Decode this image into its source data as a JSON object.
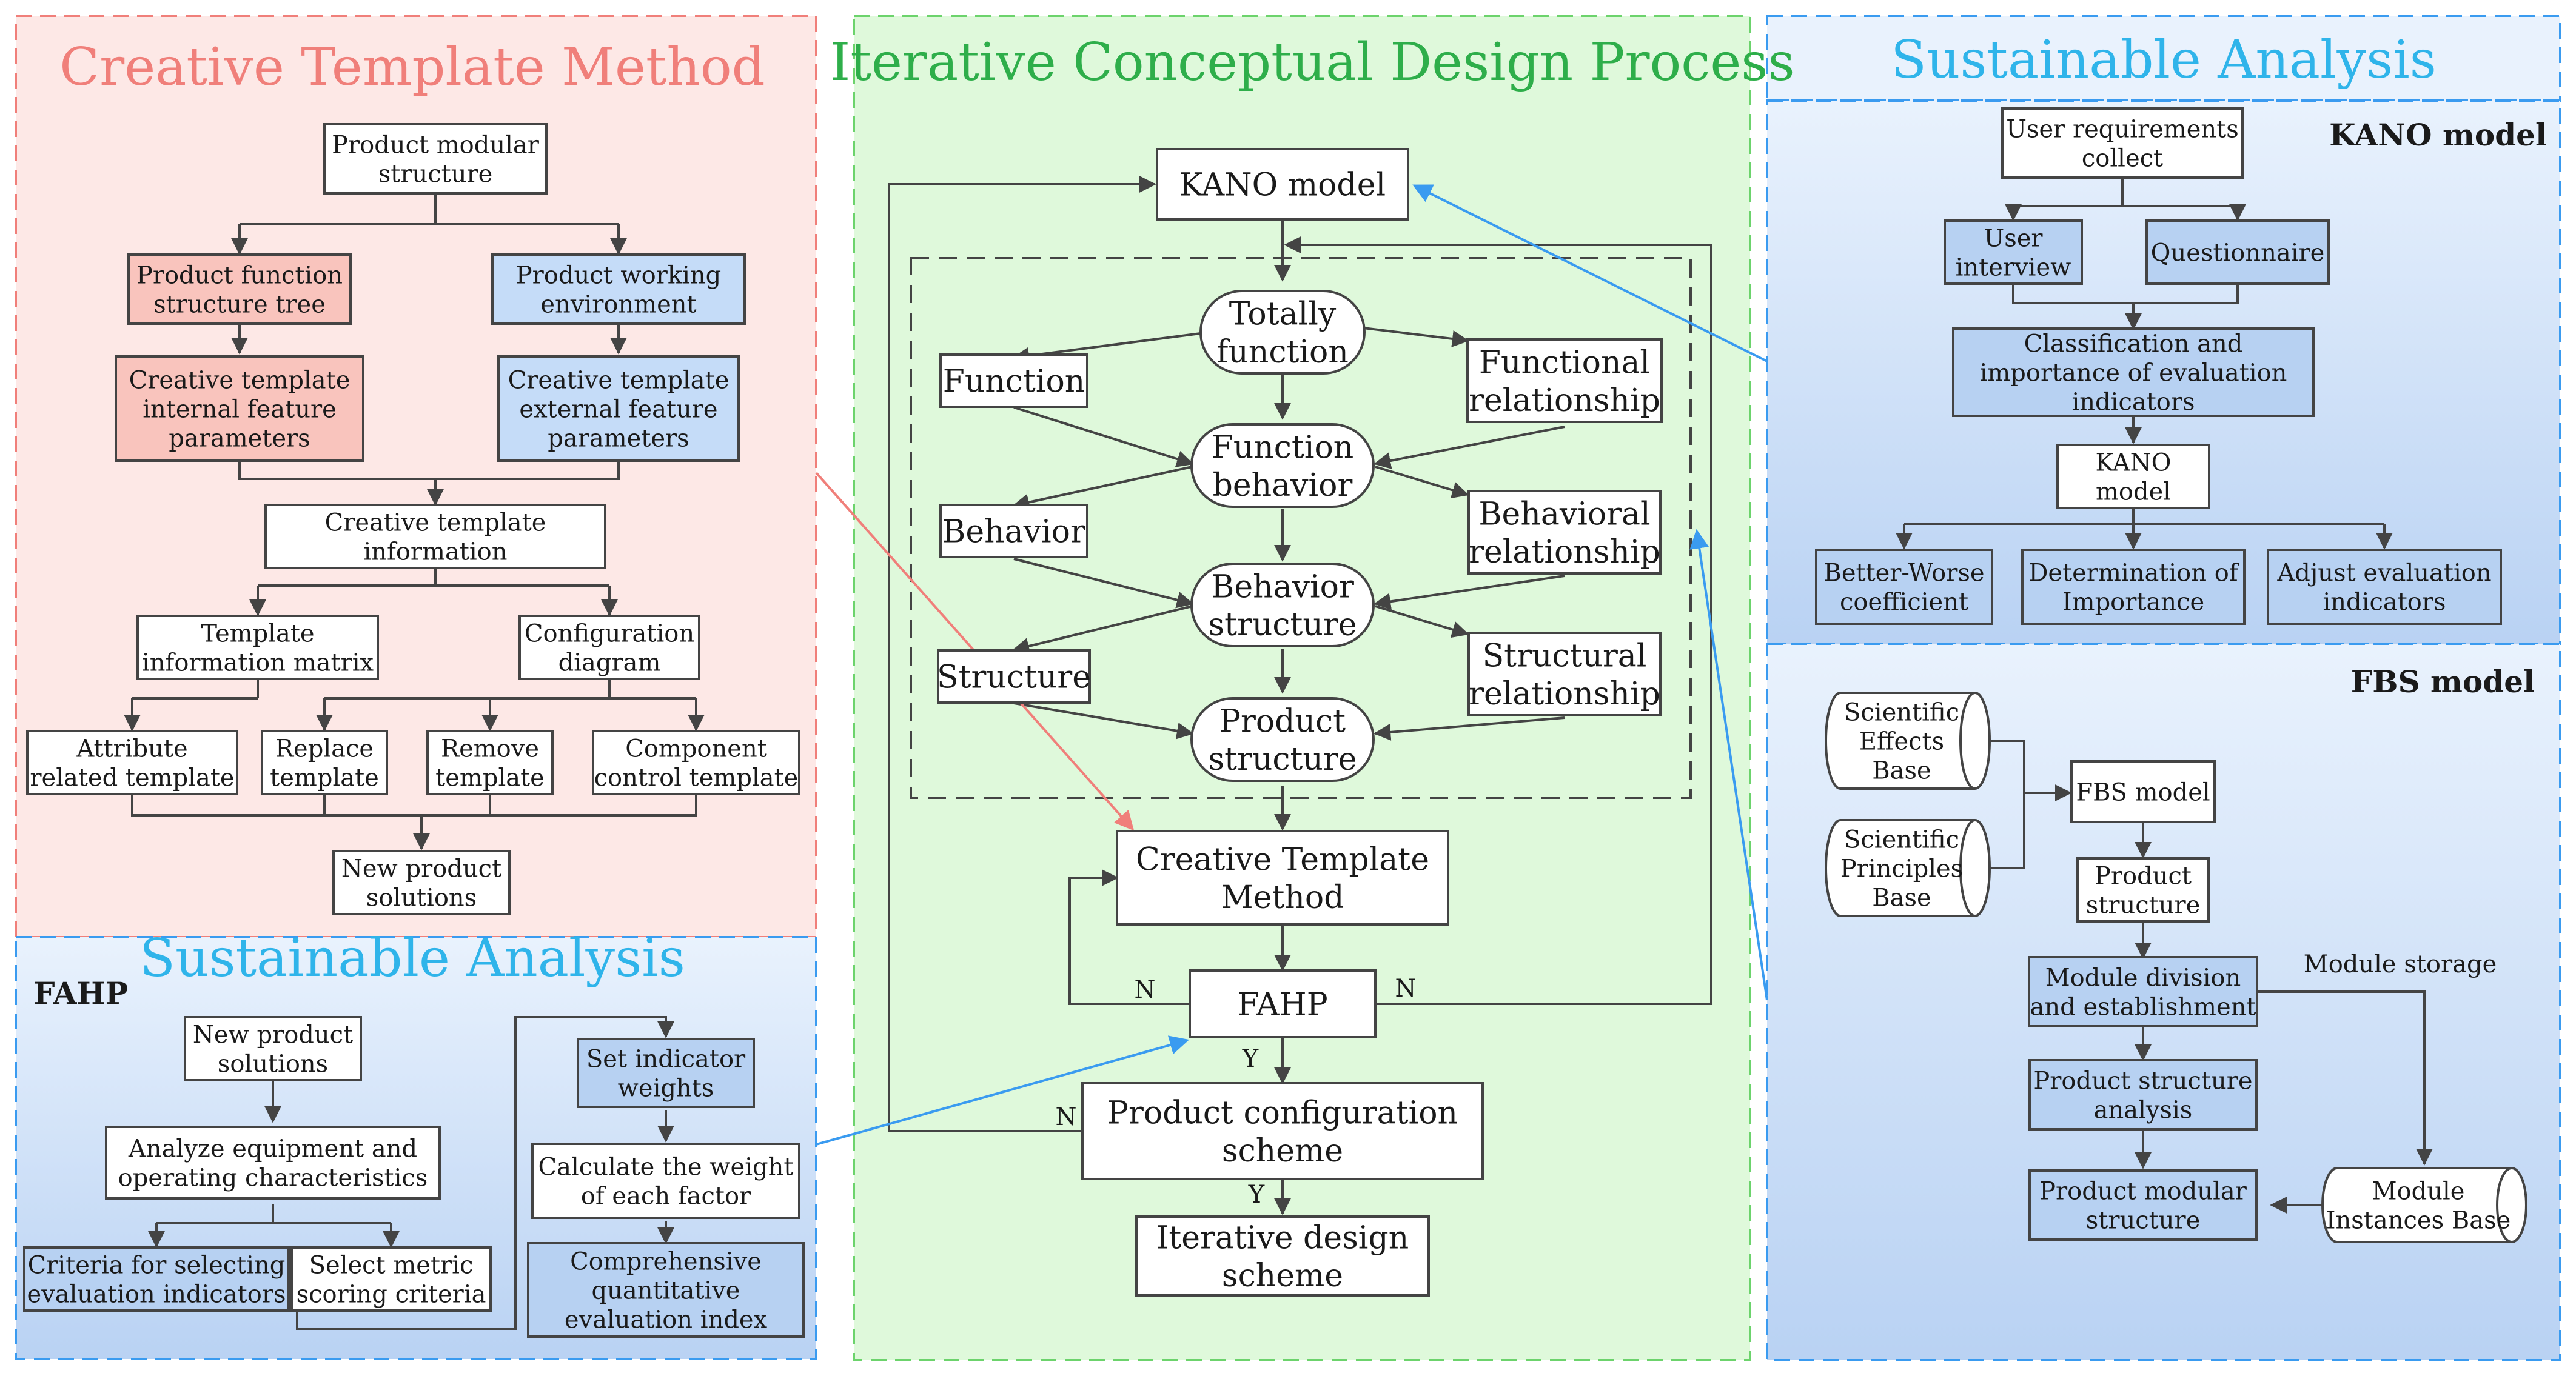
{
  "colors": {
    "creative_fill": "#fde8e6",
    "creative_title": "#f07f7a",
    "creative_box_pink": "#f9c4bd",
    "blue_box": "#c5dcf8",
    "sustainable_title": "#2fb4ea",
    "iterative_fill": "#dff9db",
    "iterative_border": "#6cd36c",
    "iterative_title": "#2eae4a",
    "panel_blue_top": "#e9f2fd",
    "panel_blue_bottom": "#b9d2f3",
    "module_box": "#b7d1f2",
    "arrow_dark": "#444444",
    "arrow_pink": "#f07f7a",
    "arrow_blue": "#3a9bf0"
  },
  "panels": {
    "creative": {
      "title": "Creative Template Method"
    },
    "iterative": {
      "title": "Iterative Conceptual Design Process"
    },
    "sustainable_left": {
      "title": "Sustainable Analysis",
      "subtitle": "FAHP"
    },
    "sustainable_right": {
      "title": "Sustainable Analysis",
      "kano_subtitle": "KANO model",
      "fbs_subtitle": "FBS model"
    }
  },
  "nodes": {
    "c_modular": [
      "Product modular",
      "structure"
    ],
    "c_func_tree": [
      "Product function",
      "structure tree"
    ],
    "c_working_env": [
      "Product working",
      "environment"
    ],
    "c_internal": [
      "Creative template",
      "internal feature",
      "parameters"
    ],
    "c_external": [
      "Creative template",
      "external feature",
      "parameters"
    ],
    "c_info": [
      "Creative template",
      "information"
    ],
    "c_matrix": [
      "Template",
      "information matrix"
    ],
    "c_config": [
      "Configuration",
      "diagram"
    ],
    "c_attr": [
      "Attribute",
      "related template"
    ],
    "c_replace": [
      "Replace",
      "template"
    ],
    "c_remove": [
      "Remove",
      "template"
    ],
    "c_component": [
      "Component",
      "control template"
    ],
    "c_new": [
      "New product",
      "solutions"
    ],
    "f_new": [
      "New product",
      "solutions"
    ],
    "f_analyze": [
      "Analyze equipment and",
      "operating characteristics"
    ],
    "f_criteria": [
      "Criteria for selecting",
      "evaluation indicators"
    ],
    "f_metric": [
      "Select metric",
      "scoring criteria"
    ],
    "f_setw": [
      "Set indicator",
      "weights"
    ],
    "f_calc": [
      "Calculate the weight",
      "of each factor"
    ],
    "f_comp": [
      "Comprehensive",
      "quantitative",
      "evaluation index"
    ],
    "i_kano": [
      "KANO model"
    ],
    "i_totally": [
      "Totally",
      "function"
    ],
    "i_function": [
      "Function"
    ],
    "i_func_rel": [
      "Functional",
      "relationship"
    ],
    "i_func_beh": [
      "Function",
      "behavior"
    ],
    "i_behavior": [
      "Behavior"
    ],
    "i_beh_rel": [
      "Behavioral",
      "relationship"
    ],
    "i_beh_str": [
      "Behavior",
      "structure"
    ],
    "i_structure": [
      "Structure"
    ],
    "i_str_rel": [
      "Structural",
      "relationship"
    ],
    "i_prod_str": [
      "Product",
      "structure"
    ],
    "i_ctm": [
      "Creative Template",
      "Method"
    ],
    "i_fahp": [
      "FAHP"
    ],
    "i_config": [
      "Product configuration",
      "scheme"
    ],
    "i_iter": [
      "Iterative design",
      "scheme"
    ],
    "k_user_req": [
      "User requirements",
      "collect"
    ],
    "k_interview": [
      "User",
      "interview"
    ],
    "k_question": [
      "Questionnaire"
    ],
    "k_classify": [
      "Classification and",
      "importance of evaluation",
      "indicators"
    ],
    "k_kano": [
      "KANO",
      "model"
    ],
    "k_better": [
      "Better-Worse",
      "coefficient"
    ],
    "k_determ": [
      "Determination of",
      "Importance"
    ],
    "k_adjust": [
      "Adjust evaluation",
      "indicators"
    ],
    "b_sci_eff": [
      "Scientific",
      "Effects",
      "Base"
    ],
    "b_sci_pri": [
      "Scientific",
      "Principles",
      "Base"
    ],
    "b_fbs": [
      "FBS model"
    ],
    "b_prod_str": [
      "Product",
      "structure"
    ],
    "b_module_div": [
      "Module division",
      "and establishment"
    ],
    "b_psa": [
      "Product structure",
      "analysis"
    ],
    "b_pms": [
      "Product modular",
      "structure"
    ],
    "b_mib": [
      "Module",
      "Instances Base"
    ]
  },
  "labels": {
    "module_storage": "Module storage",
    "n": "N",
    "y": "Y"
  }
}
